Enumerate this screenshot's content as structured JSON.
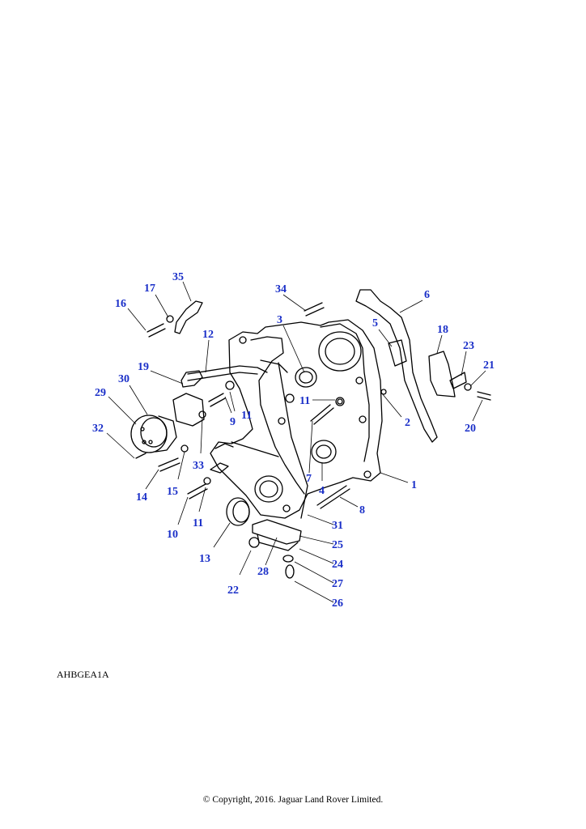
{
  "diagram": {
    "code": "AHBGEA1A",
    "copyright": "© Copyright, 2016. Jaguar Land Rover Limited.",
    "label_color": "#1a2fc8",
    "line_color": "#000000",
    "callouts": [
      "1",
      "2",
      "3",
      "4",
      "5",
      "6",
      "7",
      "8",
      "9",
      "10",
      "11",
      "11",
      "11",
      "12",
      "13",
      "14",
      "15",
      "16",
      "17",
      "18",
      "19",
      "20",
      "21",
      "22",
      "23",
      "24",
      "25",
      "26",
      "27",
      "28",
      "29",
      "30",
      "31",
      "32",
      "33",
      "34",
      "35"
    ]
  }
}
